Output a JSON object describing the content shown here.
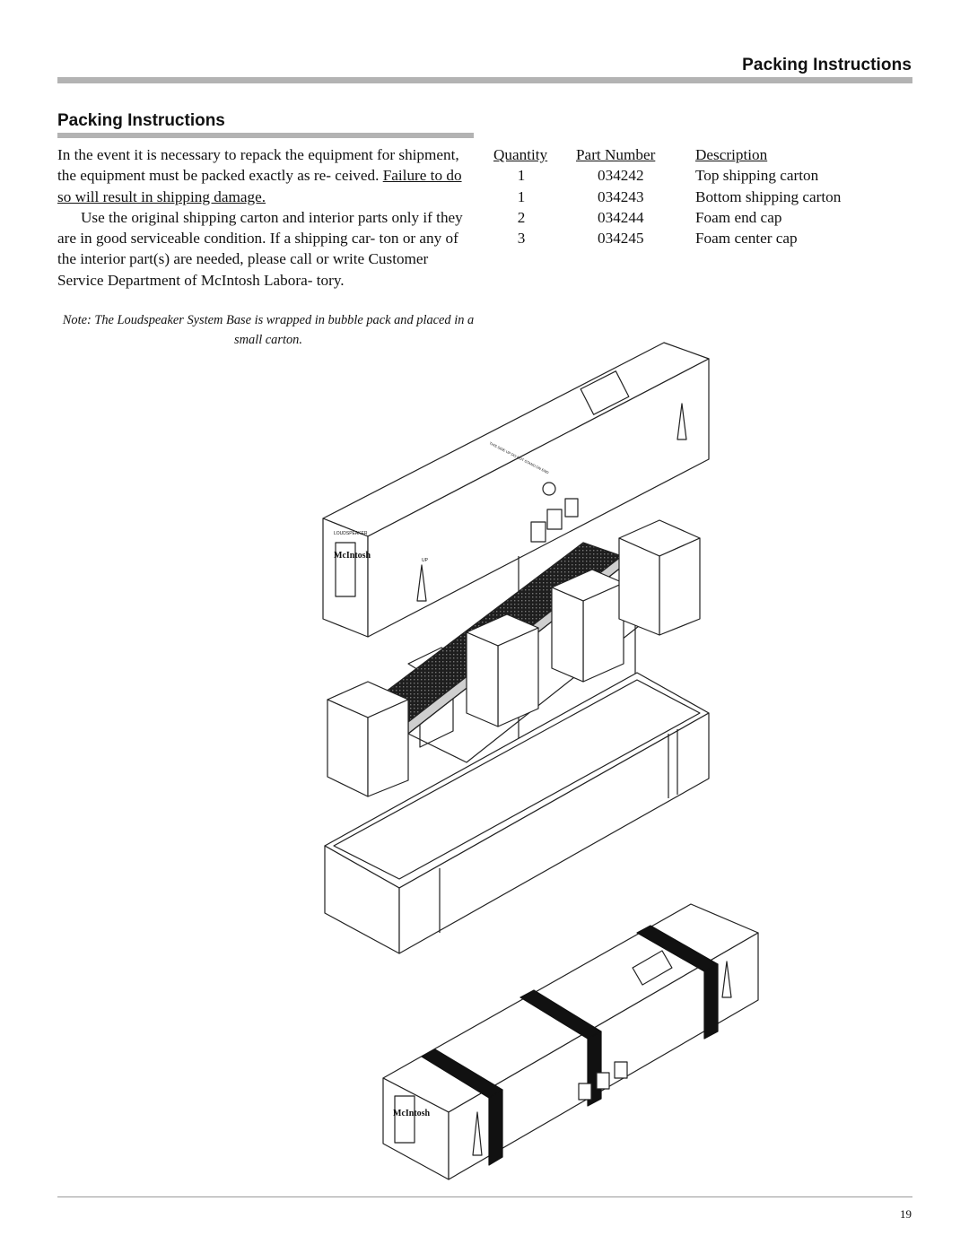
{
  "header": {
    "title": "Packing Instructions"
  },
  "section": {
    "title": "Packing Instructions",
    "paragraph1_plain": "In the event it is necessary to repack the equipment for shipment, the equipment must be packed exactly as re- ceived. ",
    "paragraph1_underlined": "Failure to do so will result in shipping damage.",
    "paragraph2": "Use the original shipping carton and interior parts only if they are in good serviceable condition. If a shipping car- ton or any of the interior part(s) are needed, please call or write Customer Service Department of McIntosh Labora- tory.",
    "note": "Note: The Loudspeaker System Base is wrapped in bubble pack and placed in a small carton."
  },
  "parts_table": {
    "headers": {
      "quantity": "Quantity",
      "part_number": "Part Number",
      "description": "Description"
    },
    "rows": [
      {
        "quantity": "1",
        "part_number": "034242",
        "description": "Top shipping carton"
      },
      {
        "quantity": "1",
        "part_number": "034243",
        "description": "Bottom shipping carton"
      },
      {
        "quantity": "2",
        "part_number": "034244",
        "description": "Foam end cap"
      },
      {
        "quantity": "3",
        "part_number": "034245",
        "description": "Foam center cap"
      }
    ]
  },
  "illustration": {
    "carton_brand": "McIntosh",
    "carton_label": "LOUDSPEAKER",
    "arrow_label": "UP",
    "side_warning": "THIS SIDE UP DO NOT STAND ON END"
  },
  "footer": {
    "page_number": "19"
  }
}
